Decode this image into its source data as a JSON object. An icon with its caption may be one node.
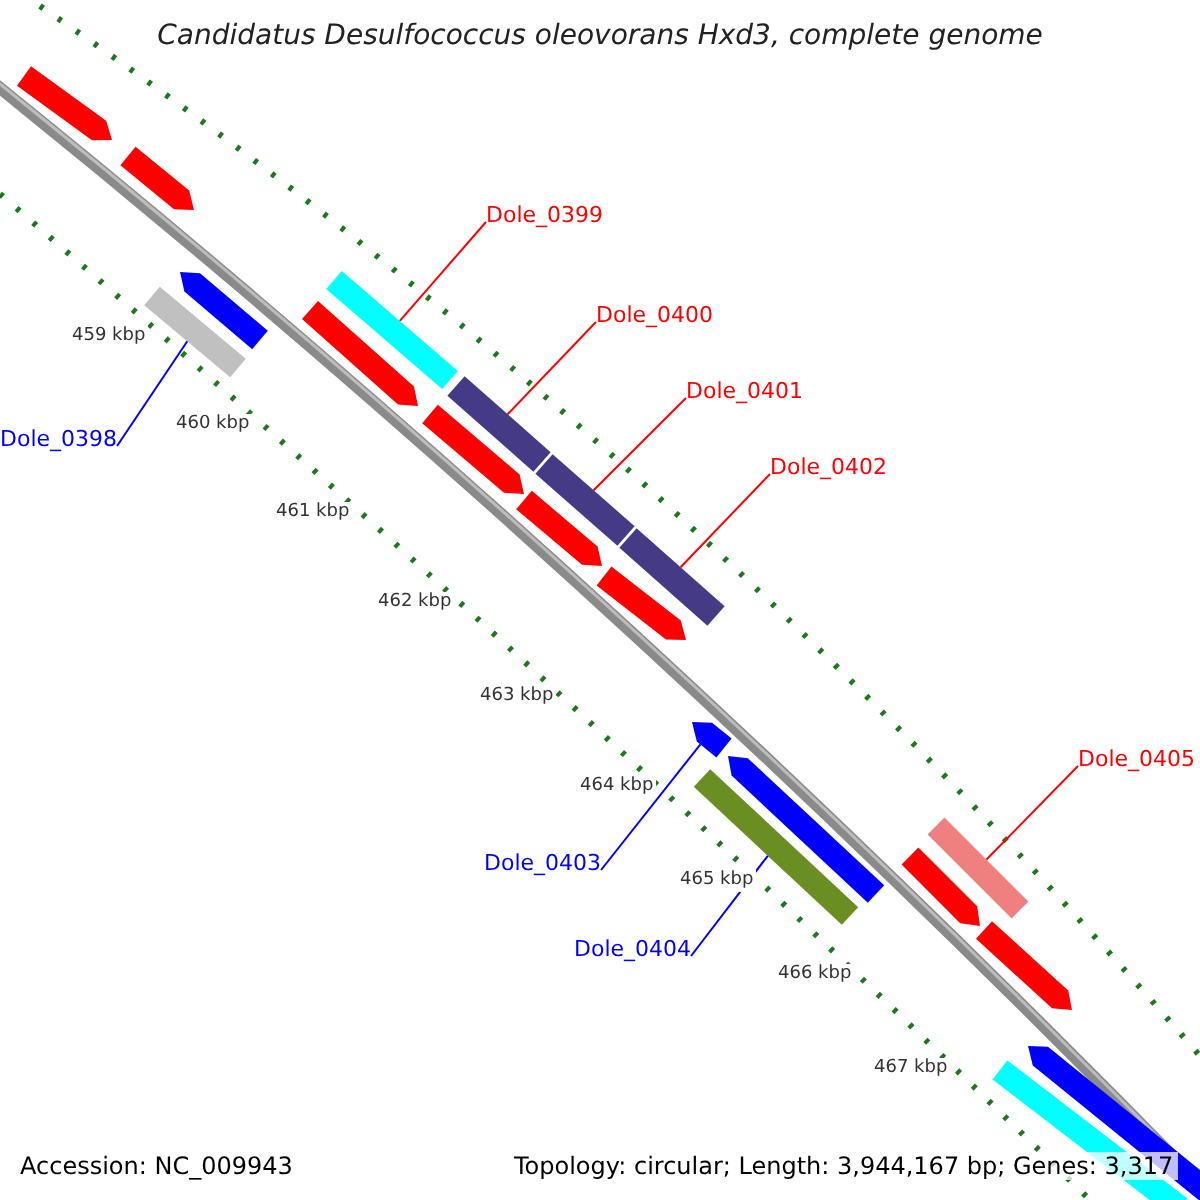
{
  "diagram": {
    "title": "Candidatus Desulfococcus oleovorans Hxd3, complete genome",
    "nodes": [
      {
        "text": [
          "Dole_0399"
        ]
      },
      {
        "text": [],
        "shape": "bar"
      },
      {
        "text": [
          "Dole_0400"
        ]
      },
      {
        "text": [],
        "shape": "bar"
      },
      {
        "text": [
          "Dole_0401"
        ]
      },
      {
        "text": [],
        "shape": "bar"
      },
      {
        "text": [
          "Dole_0402"
        ]
      },
      {
        "text": [],
        "shape": "bar"
      },
      {
        "text": [
          "Dole_0398"
        ]
      },
      {
        "text": [],
        "shape": "bar"
      },
      {
        "text": [
          "Dole_0405"
        ]
      },
      {
        "text": [],
        "shape": "bar"
      },
      {
        "text": [
          "Dole_0403"
        ]
      },
      {
        "text": [],
        "shape": "arrow"
      },
      {
        "text": [
          "Dole_0404"
        ]
      },
      {
        "text": [],
        "shape": "bar"
      },
      {
        "text": [],
        "shape": "arrow"
      },
      {
        "text": [],
        "shape": "arrow"
      },
      {
        "text": [],
        "shape": "arrow"
      },
      {
        "text": [],
        "shape": "arrow"
      },
      {
        "text": [],
        "shape": "arrow"
      },
      {
        "text": [],
        "shape": "arrow"
      },
      {
        "text": [],
        "shape": "arrow"
      },
      {
        "text": [],
        "shape": "arrow"
      },
      {
        "text": [],
        "shape": "arrow"
      },
      {
        "text": [],
        "shape": "arrow"
      },
      {
        "text": [],
        "shape": "arrow"
      },
      {
        "text": [],
        "shape": "bar"
      }
    ],
    "edges": [
      {
        "from": 0,
        "to": 1,
        "arrow": "none"
      },
      {
        "from": 2,
        "to": 3,
        "arrow": "none"
      },
      {
        "from": 4,
        "to": 5,
        "arrow": "none"
      },
      {
        "from": 6,
        "to": 7,
        "arrow": "none"
      },
      {
        "from": 8,
        "to": 9,
        "arrow": "none",
        "color": "#0000ff"
      },
      {
        "from": 10,
        "to": 11,
        "arrow": "none"
      },
      {
        "from": 12,
        "to": 13,
        "arrow": "none",
        "color": "#0000ff"
      },
      {
        "from": 14,
        "to": 15,
        "arrow": "none",
        "color": "#0000ff"
      }
    ],
    "labels": [
      "459 kbp",
      "460 kbp",
      "461 kbp",
      "462 kbp",
      "463 kbp",
      "464 kbp",
      "465 kbp",
      "466 kbp",
      "467 kbp",
      "Accession: NC_009943",
      "Topology: circular; Length: 3,944,167 bp; Genes: 3,317"
    ]
  }
}
